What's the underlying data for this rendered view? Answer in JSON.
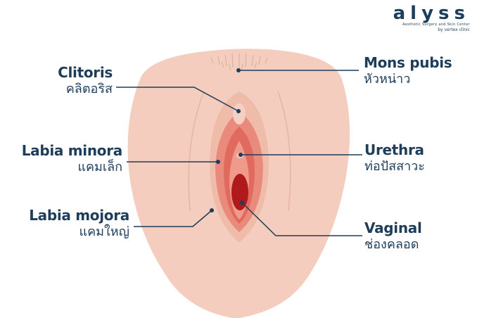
{
  "brand": {
    "name": "alyss",
    "tagline": "Aesthetic Surgery and Skin Center",
    "byline": "by vertex clinic"
  },
  "labels": {
    "clitoris": {
      "en": "Clitoris",
      "th": "คลิตอริส"
    },
    "labia_minora": {
      "en": "Labia minora",
      "th": "แคมเล็ก"
    },
    "labia_mojora": {
      "en": "Labia mojora",
      "th": "แคมใหญ่"
    },
    "mons_pubis": {
      "en": "Mons pubis",
      "th": "หัวหน่าว"
    },
    "urethra": {
      "en": "Urethra",
      "th": "ท่อปัสสาวะ"
    },
    "vaginal": {
      "en": "Vaginal",
      "th": "ช่องคลอด"
    }
  },
  "colors": {
    "text": "#1d3d5a",
    "skin": "#f4cdbf",
    "skin_shadow": "#e9b7a6",
    "labia_outer": "#e98a7c",
    "labia_inner": "#d95d52",
    "opening": "#b01a1c",
    "leader_line": "#1d3d5a"
  }
}
